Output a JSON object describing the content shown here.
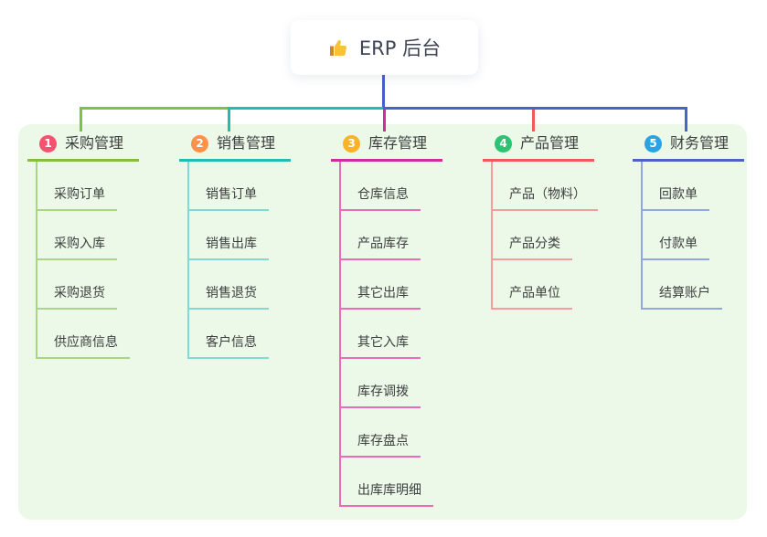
{
  "root": {
    "title": "ERP 后台",
    "icon": "thumbs-up",
    "connector_color": "#4a5cc6"
  },
  "panel": {
    "background": "#ecf8e8"
  },
  "branches": [
    {
      "number": "1",
      "label": "采购管理",
      "badge_color": "#f3536f",
      "line_color": "#82c043",
      "sub_line_color": "#abd583",
      "items": [
        "采购订单",
        "采购入库",
        "采购退货",
        "供应商信息"
      ]
    },
    {
      "number": "2",
      "label": "销售管理",
      "badge_color": "#fc9149",
      "line_color": "#22bcb4",
      "sub_line_color": "#84d8d2",
      "items": [
        "销售订单",
        "销售出库",
        "销售退货",
        "客户信息"
      ]
    },
    {
      "number": "3",
      "label": "库存管理",
      "badge_color": "#f8b32a",
      "line_color": "#cb2e9d",
      "sub_line_color": "#ea6cb7",
      "items": [
        "仓库信息",
        "产品库存",
        "其它出库",
        "其它入库",
        "库存调拨",
        "库存盘点",
        "出库库明细"
      ]
    },
    {
      "number": "4",
      "label": "产品管理",
      "badge_color": "#2ec373",
      "line_color": "#f15a57",
      "sub_line_color": "#f49e9b",
      "items": [
        "产品（物料）",
        "产品分类",
        "产品单位"
      ]
    },
    {
      "number": "5",
      "label": "财务管理",
      "badge_color": "#2ba3e3",
      "line_color": "#4a63c6",
      "sub_line_color": "#93a7de",
      "items": [
        "回款单",
        "付款单",
        "结算账户"
      ]
    }
  ]
}
